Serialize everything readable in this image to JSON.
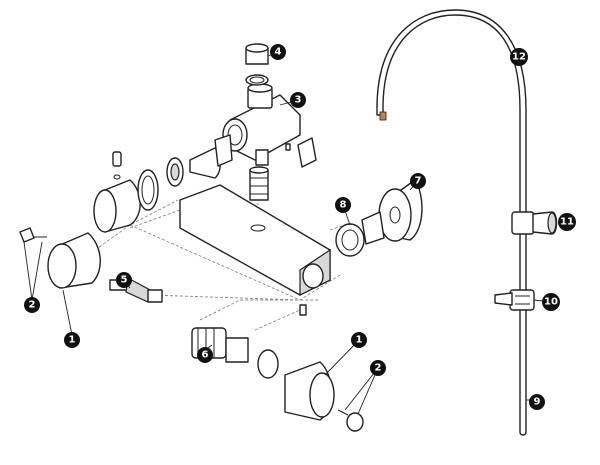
{
  "diagram": {
    "callouts": [
      {
        "id": "c1a",
        "label": "1"
      },
      {
        "id": "c1b",
        "label": "1"
      },
      {
        "id": "c2a",
        "label": "2"
      },
      {
        "id": "c2b",
        "label": "2"
      },
      {
        "id": "c3",
        "label": "3"
      },
      {
        "id": "c4",
        "label": "4"
      },
      {
        "id": "c5",
        "label": "5"
      },
      {
        "id": "c6",
        "label": "6"
      },
      {
        "id": "c7",
        "label": "7"
      },
      {
        "id": "c8",
        "label": "8"
      },
      {
        "id": "c9",
        "label": "9"
      },
      {
        "id": "c10",
        "label": "10"
      },
      {
        "id": "c11",
        "label": "11"
      },
      {
        "id": "c12",
        "label": "12"
      }
    ],
    "colors": {
      "callout_fill": "#111111",
      "callout_text": "#ffffff",
      "line": "#222222",
      "dash": "#888888"
    }
  }
}
